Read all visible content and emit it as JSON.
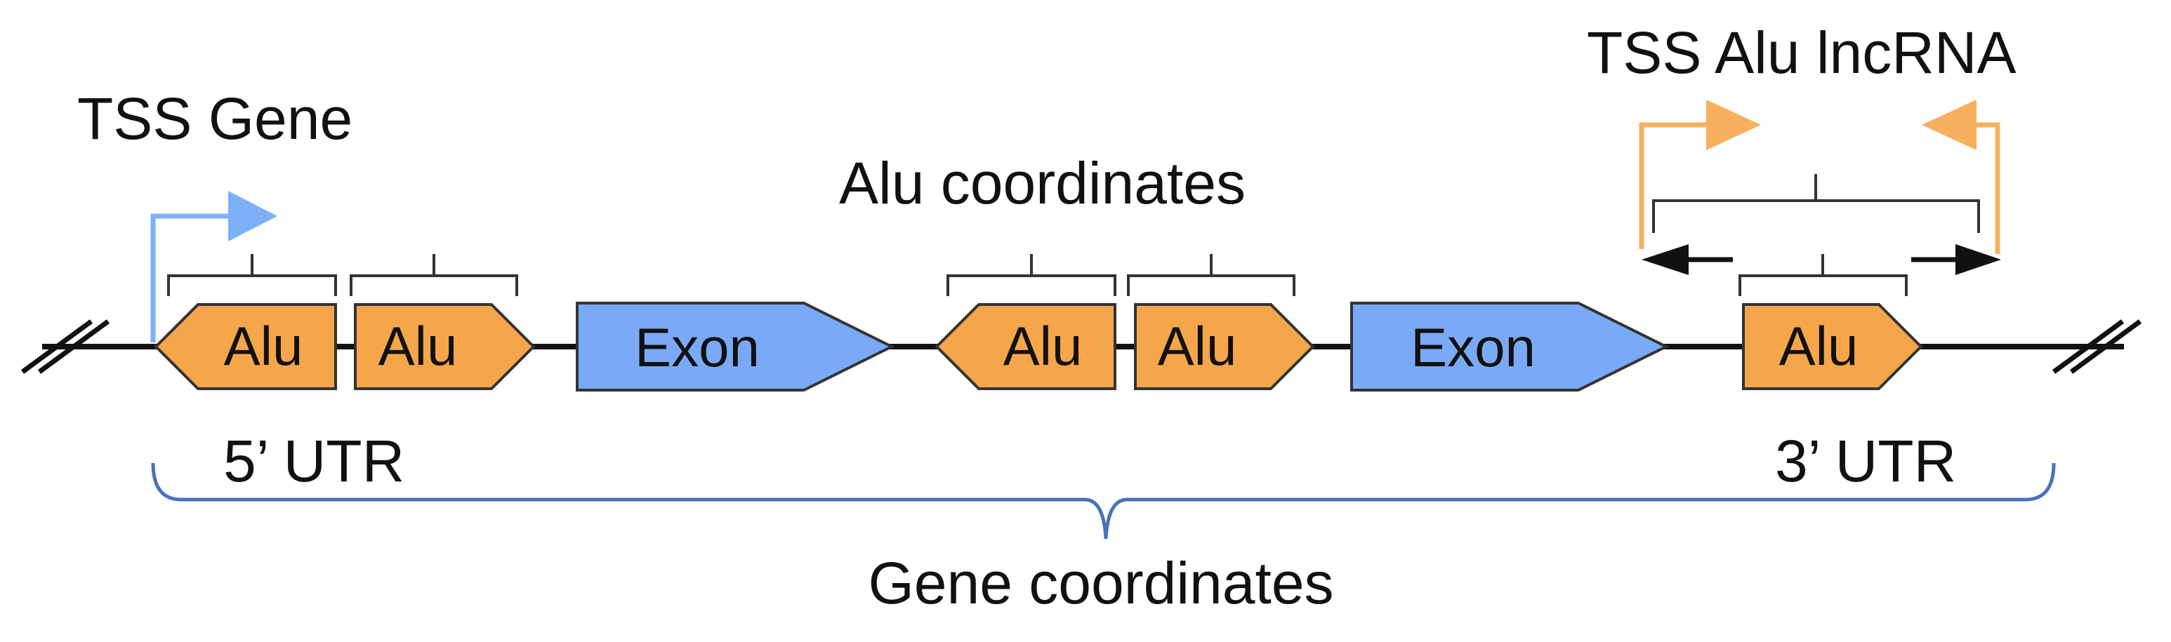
{
  "labels": {
    "tss_gene": "TSS Gene",
    "tss_alu_lncrna": "TSS Alu lncRNA",
    "alu_coordinates": "Alu coordinates",
    "utr5": "5’ UTR",
    "utr3": "3’ UTR",
    "gene_coordinates": "Gene coordinates"
  },
  "elements": {
    "alu_label": "Alu",
    "exon_label": "Exon"
  },
  "colors": {
    "alu_fill": "#f6a64a",
    "exon_fill": "#7aaaf7",
    "stroke": "#333333",
    "tss_gene_arrow": "#7db0f6",
    "tss_lncrna_arrow": "#f7b05e",
    "gene_brace": "#4a72b8",
    "bracket": "#333333"
  }
}
